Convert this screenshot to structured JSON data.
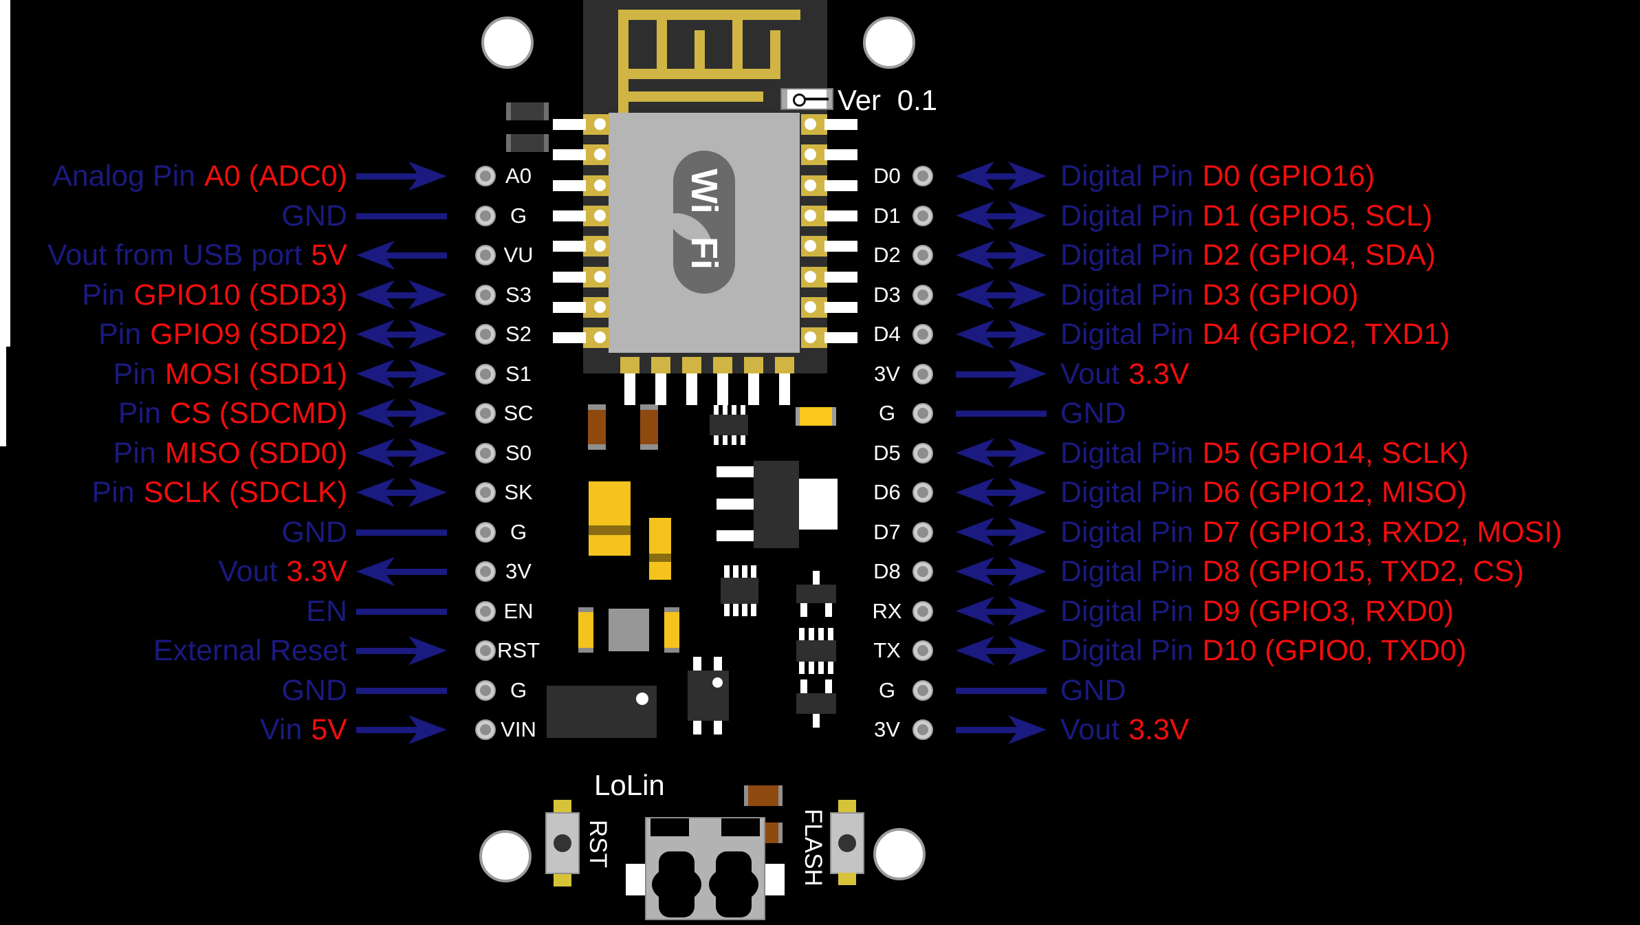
{
  "colors": {
    "background": "#000000",
    "label_primary": "#1a1a80",
    "label_accent": "#f20d0d",
    "pin_text": "#ffffff",
    "board_gold": "#d0b544",
    "module_dark": "#2e2e2e",
    "shield_gray": "#b5b5b5",
    "logo_gray": "#6a6a6a"
  },
  "board": {
    "version_label": "Ver 0.1",
    "brand_label": "LoLin",
    "wifi_logo_top": "Wi",
    "wifi_logo_bottom": "Fi",
    "reset_button_label": "RST",
    "flash_button_label": "FLASH"
  },
  "pinout": {
    "left_rows": [
      {
        "pin": "A0",
        "desc_plain": "Analog Pin",
        "desc_accent": "A0 (ADC0)",
        "direction": "to-board"
      },
      {
        "pin": "G",
        "desc_plain": "GND",
        "desc_accent": "",
        "direction": "none"
      },
      {
        "pin": "VU",
        "desc_plain": "Vout from USB port",
        "desc_accent": "5V",
        "direction": "from-board"
      },
      {
        "pin": "S3",
        "desc_plain": "Pin",
        "desc_accent": "GPIO10 (SDD3)",
        "direction": "both"
      },
      {
        "pin": "S2",
        "desc_plain": "Pin",
        "desc_accent": "GPIO9 (SDD2)",
        "direction": "both"
      },
      {
        "pin": "S1",
        "desc_plain": "Pin",
        "desc_accent": "MOSI (SDD1)",
        "direction": "both"
      },
      {
        "pin": "SC",
        "desc_plain": "Pin",
        "desc_accent": "CS (SDCMD)",
        "direction": "both"
      },
      {
        "pin": "S0",
        "desc_plain": "Pin",
        "desc_accent": "MISO (SDD0)",
        "direction": "both"
      },
      {
        "pin": "SK",
        "desc_plain": "Pin",
        "desc_accent": "SCLK (SDCLK)",
        "direction": "both"
      },
      {
        "pin": "G",
        "desc_plain": "GND",
        "desc_accent": "",
        "direction": "none"
      },
      {
        "pin": "3V",
        "desc_plain": "Vout",
        "desc_accent": "3.3V",
        "direction": "from-board"
      },
      {
        "pin": "EN",
        "desc_plain": "EN",
        "desc_accent": "",
        "direction": "none"
      },
      {
        "pin": "RST",
        "desc_plain": "External Reset",
        "desc_accent": "",
        "direction": "to-board"
      },
      {
        "pin": "G",
        "desc_plain": "GND",
        "desc_accent": "",
        "direction": "none"
      },
      {
        "pin": "VIN",
        "desc_plain": "Vin",
        "desc_accent": "5V",
        "direction": "to-board"
      }
    ],
    "right_rows": [
      {
        "pin": "D0",
        "desc_plain": "Digital Pin",
        "desc_accent": "D0 (GPIO16)",
        "direction": "both"
      },
      {
        "pin": "D1",
        "desc_plain": "Digital Pin",
        "desc_accent": "D1 (GPIO5, SCL)",
        "direction": "both"
      },
      {
        "pin": "D2",
        "desc_plain": "Digital Pin",
        "desc_accent": "D2 (GPIO4, SDA)",
        "direction": "both"
      },
      {
        "pin": "D3",
        "desc_plain": "Digital Pin",
        "desc_accent": "D3 (GPIO0)",
        "direction": "both"
      },
      {
        "pin": "D4",
        "desc_plain": "Digital Pin",
        "desc_accent": "D4 (GPIO2, TXD1)",
        "direction": "both"
      },
      {
        "pin": "3V",
        "desc_plain": "Vout",
        "desc_accent": "3.3V",
        "direction": "from-board"
      },
      {
        "pin": "G",
        "desc_plain": "GND",
        "desc_accent": "",
        "direction": "none"
      },
      {
        "pin": "D5",
        "desc_plain": "Digital Pin",
        "desc_accent": "D5 (GPIO14, SCLK)",
        "direction": "both"
      },
      {
        "pin": "D6",
        "desc_plain": "Digital Pin",
        "desc_accent": "D6 (GPIO12, MISO)",
        "direction": "both"
      },
      {
        "pin": "D7",
        "desc_plain": "Digital Pin",
        "desc_accent": "D7 (GPIO13, RXD2, MOSI)",
        "direction": "both"
      },
      {
        "pin": "D8",
        "desc_plain": "Digital Pin",
        "desc_accent": "D8 (GPIO15, TXD2, CS)",
        "direction": "both"
      },
      {
        "pin": "RX",
        "desc_plain": "Digital Pin",
        "desc_accent": "D9 (GPIO3, RXD0)",
        "direction": "both"
      },
      {
        "pin": "TX",
        "desc_plain": "Digital Pin",
        "desc_accent": "D10 (GPIO0, TXD0)",
        "direction": "both"
      },
      {
        "pin": "G",
        "desc_plain": "GND",
        "desc_accent": "",
        "direction": "none"
      },
      {
        "pin": "3V",
        "desc_plain": "Vout",
        "desc_accent": "3.3V",
        "direction": "from-board"
      }
    ]
  }
}
